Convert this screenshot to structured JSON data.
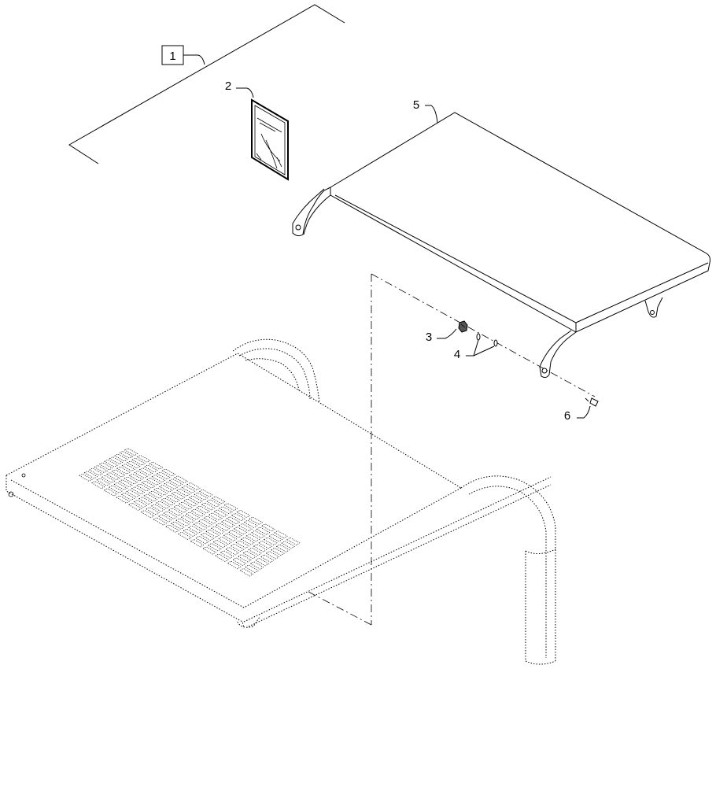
{
  "callouts": {
    "c1": "1",
    "c2": "2",
    "c3": "3",
    "c4": "4",
    "c5": "5",
    "c6": "6"
  },
  "parts": [
    {
      "item": "1",
      "name": "kit-reference"
    },
    {
      "item": "2",
      "name": "decal-sheet"
    },
    {
      "item": "3",
      "name": "nut"
    },
    {
      "item": "4",
      "name": "washer"
    },
    {
      "item": "5",
      "name": "canopy-cover"
    },
    {
      "item": "6",
      "name": "bolt"
    }
  ]
}
